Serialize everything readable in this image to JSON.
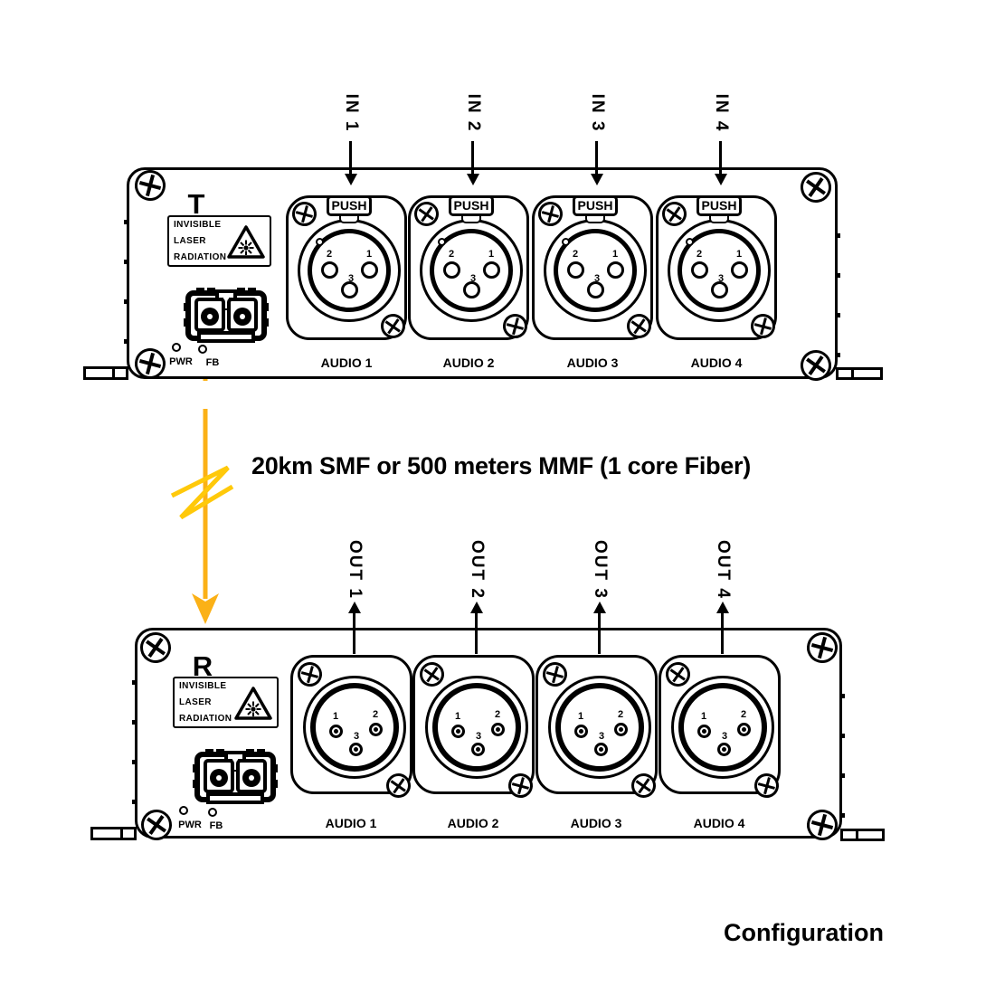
{
  "page": {
    "caption": "Configuration",
    "background_color": "#ffffff",
    "line_color": "#000000"
  },
  "fiber_link": {
    "label": "20km SMF or 500 meters MMF (1 core Fiber)",
    "arrow_color": "#FBB117",
    "break_color": "#FFC90A"
  },
  "transmitter": {
    "unit_label": "T",
    "laser_warning": {
      "lines": [
        "INVISIBLE",
        "LASER",
        "RADIATION"
      ]
    },
    "leds": [
      {
        "label": "PWR"
      },
      {
        "label": "FB"
      }
    ],
    "push_label": "PUSH",
    "input_labels": [
      "IN 1",
      "IN 2",
      "IN 3",
      "IN 4"
    ],
    "connectors": [
      {
        "label": "AUDIO 1",
        "pins": [
          "2",
          "1",
          "3"
        ]
      },
      {
        "label": "AUDIO 2",
        "pins": [
          "2",
          "1",
          "3"
        ]
      },
      {
        "label": "AUDIO 3",
        "pins": [
          "2",
          "1",
          "3"
        ]
      },
      {
        "label": "AUDIO 4",
        "pins": [
          "2",
          "1",
          "3"
        ]
      }
    ]
  },
  "receiver": {
    "unit_label": "R",
    "laser_warning": {
      "lines": [
        "INVISIBLE",
        "LASER",
        "RADIATION"
      ]
    },
    "leds": [
      {
        "label": "PWR"
      },
      {
        "label": "FB"
      }
    ],
    "output_labels": [
      "OUT 1",
      "OUT 2",
      "OUT 3",
      "OUT 4"
    ],
    "connectors": [
      {
        "label": "AUDIO 1",
        "pins": [
          "1",
          "2",
          "3"
        ]
      },
      {
        "label": "AUDIO 2",
        "pins": [
          "1",
          "2",
          "3"
        ]
      },
      {
        "label": "AUDIO 3",
        "pins": [
          "1",
          "2",
          "3"
        ]
      },
      {
        "label": "AUDIO 4",
        "pins": [
          "1",
          "2",
          "3"
        ]
      }
    ]
  }
}
